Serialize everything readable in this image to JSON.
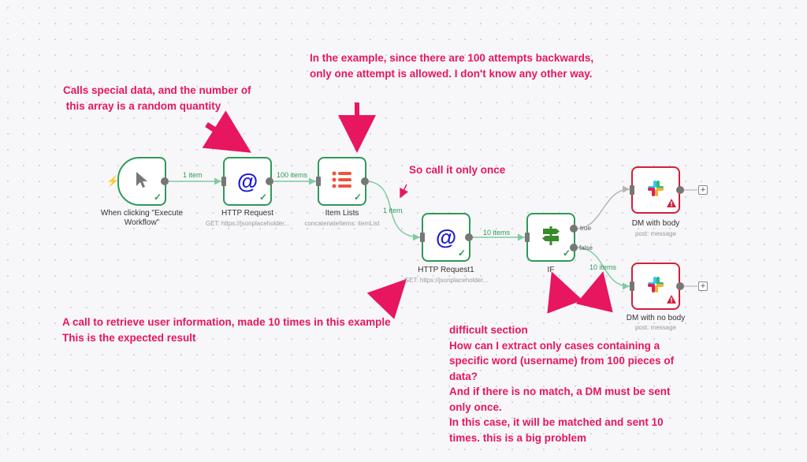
{
  "nodes": {
    "trigger": {
      "label": "When clicking \"Execute Workflow\"",
      "icon": "cursor-icon"
    },
    "http1": {
      "label": "HTTP Request",
      "sub": "GET: https://jsonplaceholder...",
      "icon": "at-sign-icon"
    },
    "itemlists": {
      "label": "Item Lists",
      "sub": "concatenateItems: itemList",
      "icon": "list-icon"
    },
    "http2": {
      "label": "HTTP Request1",
      "sub": "GET: https://jsonplaceholder...",
      "icon": "at-sign-icon"
    },
    "if": {
      "label": "IF",
      "icon": "signpost-icon"
    },
    "dm_body": {
      "label": "DM with body",
      "sub": "post: message",
      "icon": "slack-icon"
    },
    "dm_nobody": {
      "label": "DM with no body",
      "sub": "post: message",
      "icon": "slack-icon"
    }
  },
  "edges": {
    "e1": "1 item",
    "e2": "100 items",
    "e3": "1 item",
    "e4": "10 items",
    "e5": "10 items"
  },
  "branches": {
    "true": "true",
    "false": "false"
  },
  "plus": "+",
  "check": "✓",
  "annotations": {
    "a1": [
      "In the example, since there are 100 attempts backwards,",
      "only one attempt is allowed. I don't know any other way."
    ],
    "a2": [
      "Calls special data, and the number of",
      " this array is a random quantity"
    ],
    "a3": "So call it only once",
    "a4": [
      "A call to retrieve user information, made 10 times in this example",
      "This is the expected result"
    ],
    "a5": [
      "difficult section",
      "How can I extract only cases containing a",
      "specific word (username) from 100 pieces of",
      "data?",
      "And if there is no match, a DM must be sent",
      "only once.",
      "In this case, it will be matched and sent 10",
      "times. this is a big problem"
    ]
  },
  "colors": {
    "success": "#2e9a5a",
    "error": "#d11f3a",
    "annotation": "#e8155f",
    "at_icon": "#1a1ad4",
    "list_icon": "#f0523c"
  }
}
